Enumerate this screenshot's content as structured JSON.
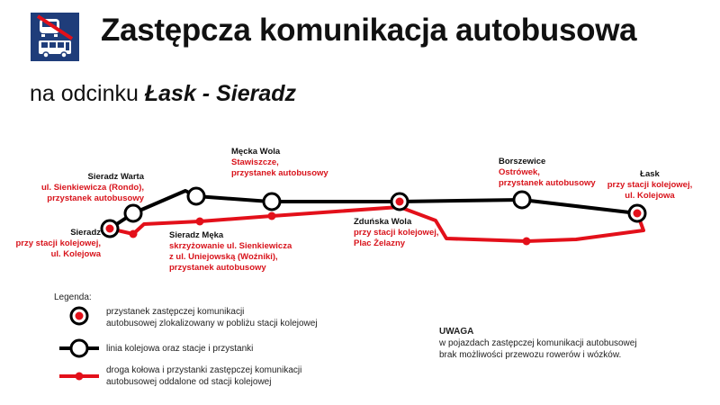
{
  "header": {
    "title": "Zastępcza komunikacja  autobusowa",
    "subtitle_prefix": "na odcinku ",
    "subtitle_route": "Łask - Sieradz"
  },
  "stations": {
    "sieradz": {
      "name": "Sieradz",
      "detail1": "przy stacji kolejowej,",
      "detail2": "ul. Kolejowa"
    },
    "sieradz_warta": {
      "name": "Sieradz Warta",
      "detail1": "ul. Sienkiewicza (Rondo),",
      "detail2": "przystanek autobusowy"
    },
    "sieradz_meka": {
      "name": "Sieradz Męka",
      "detail1": "skrzyżowanie ul. Sienkiewicza",
      "detail2": "z ul. Uniejowską (Woźniki),",
      "detail3": "przystanek autobusowy"
    },
    "mecka_wola": {
      "name": "Męcka Wola",
      "detail1": "Stawiszcze,",
      "detail2": "przystanek autobusowy"
    },
    "zdunska_wola": {
      "name": "Zduńska Wola",
      "detail1": "przy stacji kolejowej,",
      "detail2": "Plac Żelazny"
    },
    "borszewice": {
      "name": "Borszewice",
      "detail1": "Ostrówek,",
      "detail2": "przystanek autobusowy"
    },
    "lask": {
      "name": "Łask",
      "detail1": "przy stacji kolejowej,",
      "detail2": "ul. Kolejowa"
    }
  },
  "legend": {
    "title": "Legenda:",
    "item1_line1": "przystanek zastępczej komunikacji",
    "item1_line2": "autobusowej zlokalizowany w pobliżu stacji kolejowej",
    "item2_line1": "linia kolejowa oraz stacje i przystanki",
    "item3_line1": "droga kołowa i przystanki zastępczej komunikacji",
    "item3_line2": "autobusowej oddalone od stacji kolejowej"
  },
  "notice": {
    "heading": "UWAGA",
    "line1": "w pojazdach zastępczej komunikacji autobusowej",
    "line2": "brak możliwości przewozu rowerów i wózków."
  },
  "colors": {
    "rail": "#000000",
    "road": "#e3101a",
    "logo_bg": "#1f3d7a"
  }
}
